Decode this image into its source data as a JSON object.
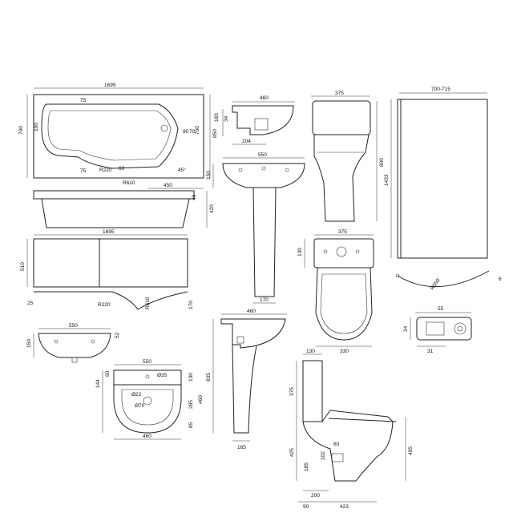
{
  "bath_plan": {
    "length": "1695",
    "end_width": "700",
    "mid_width": "700",
    "width_right": "850",
    "inner_left": "100",
    "top_offset": "75",
    "bottom_offset": "75",
    "inner_right": "90",
    "inner_right2": "70",
    "radius": "R220",
    "lip": "60",
    "radius_large": "R610",
    "angle": "45°",
    "curve_length": "450"
  },
  "bath_side": {
    "height": "420",
    "rim": "40"
  },
  "bath_panel": {
    "length": "1695",
    "height": "510",
    "end": "25",
    "radius": "R220",
    "radius2": "R610",
    "return": "170"
  },
  "basin_small_top": {
    "width": "460",
    "h1": "183",
    "h2": "34",
    "d": "204"
  },
  "basin_pedestal": {
    "width": "550",
    "height": "150",
    "base": "170"
  },
  "toilet_side": {
    "width": "375",
    "height": "800"
  },
  "toilet_top": {
    "width": "375",
    "cistern": "130",
    "base": "330"
  },
  "screen": {
    "width": "700-715",
    "height": "1433",
    "radius": "R550",
    "gap": "6"
  },
  "bracket": {
    "width": "55",
    "height": "24",
    "base": "31"
  },
  "basin_front": {
    "width": "550",
    "height": "150",
    "side": "52"
  },
  "basin_plan": {
    "width": "550",
    "d1": "144",
    "d2": "60",
    "hole1": "Ø35",
    "d3": "130",
    "hole2": "Ø22",
    "hole3": "Ø70",
    "d4": "285",
    "d5": "460",
    "d6": "85",
    "base": "460"
  },
  "pedestal_side": {
    "width": "460",
    "height": "835",
    "base": "165"
  },
  "wc_side": {
    "cistern": "130",
    "height1": "375",
    "height2": "425",
    "h3": "185",
    "h4": "102",
    "d1": "60",
    "h5": "405",
    "d2": "200",
    "d3": "90",
    "d4": "423"
  }
}
